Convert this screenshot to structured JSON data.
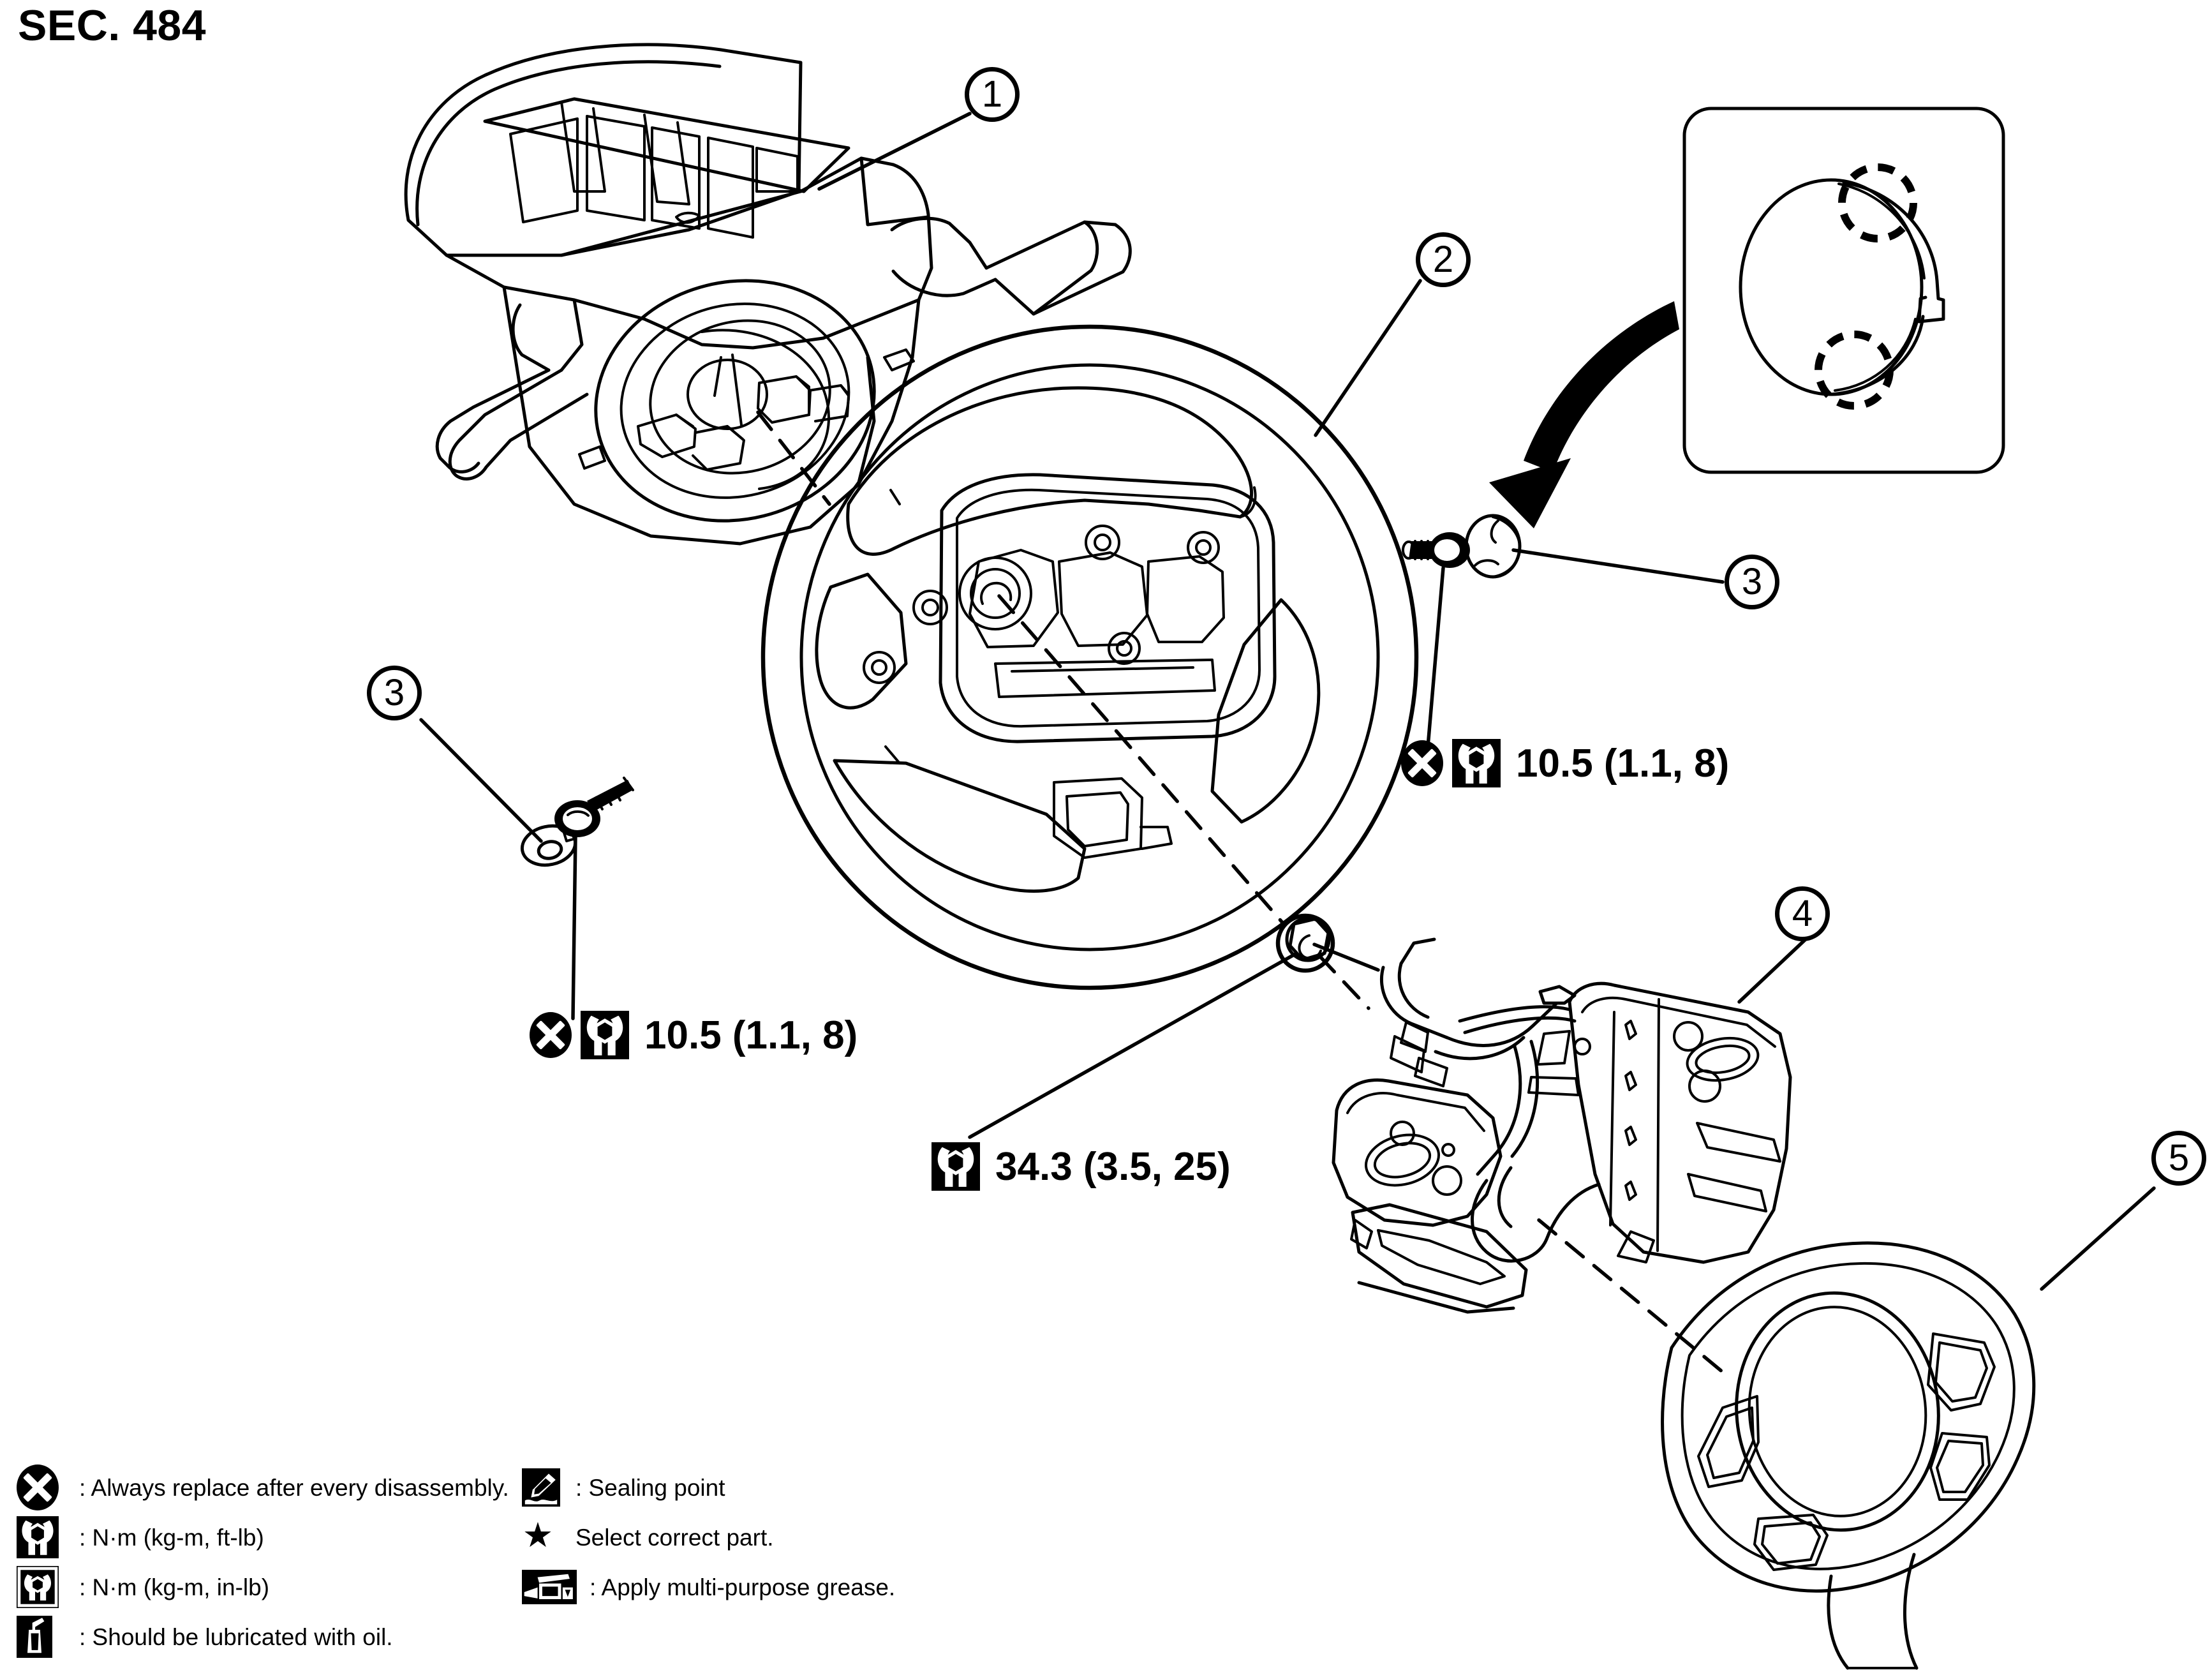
{
  "section": {
    "title": "SEC. 484"
  },
  "callouts": [
    {
      "id": "1",
      "label": "1",
      "name": "callout-1-spiral-cable"
    },
    {
      "id": "2",
      "label": "2",
      "name": "callout-2-steering-wheel"
    },
    {
      "id": "3a",
      "label": "3",
      "name": "callout-3-screw-left"
    },
    {
      "id": "3b",
      "label": "3",
      "name": "callout-3-screw-right"
    },
    {
      "id": "4",
      "label": "4",
      "name": "callout-4-switch-assembly"
    },
    {
      "id": "5",
      "label": "5",
      "name": "callout-5-center-trim"
    }
  ],
  "torque_specs": [
    {
      "id": "left",
      "value": "10.5 (1.1, 8)",
      "icons": [
        "always-replace-icon",
        "wrench-nm-ftlb-icon"
      ]
    },
    {
      "id": "right",
      "value": "10.5 (1.1, 8)",
      "icons": [
        "always-replace-icon",
        "wrench-nm-ftlb-icon"
      ]
    },
    {
      "id": "center",
      "value": "34.3 (3.5, 25)",
      "icons": [
        "wrench-nm-ftlb-icon"
      ]
    }
  ],
  "legend": {
    "left_column": [
      {
        "icon": "always-replace-icon",
        "text": ": Always replace after every disassembly."
      },
      {
        "icon": "wrench-nm-ftlb-icon",
        "text": ": N·m (kg-m, ft-lb)"
      },
      {
        "icon": "wrench-nm-inlb-icon",
        "text": ": N·m (kg-m, in-lb)"
      },
      {
        "icon": "oil-can-icon",
        "text": ": Should be lubricated with oil."
      }
    ],
    "right_column": [
      {
        "icon": "sealing-point-icon",
        "text": ": Sealing point"
      },
      {
        "icon": "star-icon",
        "text": "Select correct part."
      },
      {
        "icon": "grease-icon",
        "text": ": Apply multi-purpose grease."
      }
    ]
  },
  "inset": {
    "name": "spiral-cable-alignment-detail",
    "description": "Spiral cable neutral-position alignment detail with two dashed locating circles"
  },
  "colors": {
    "line": "#000000",
    "background": "#ffffff"
  }
}
